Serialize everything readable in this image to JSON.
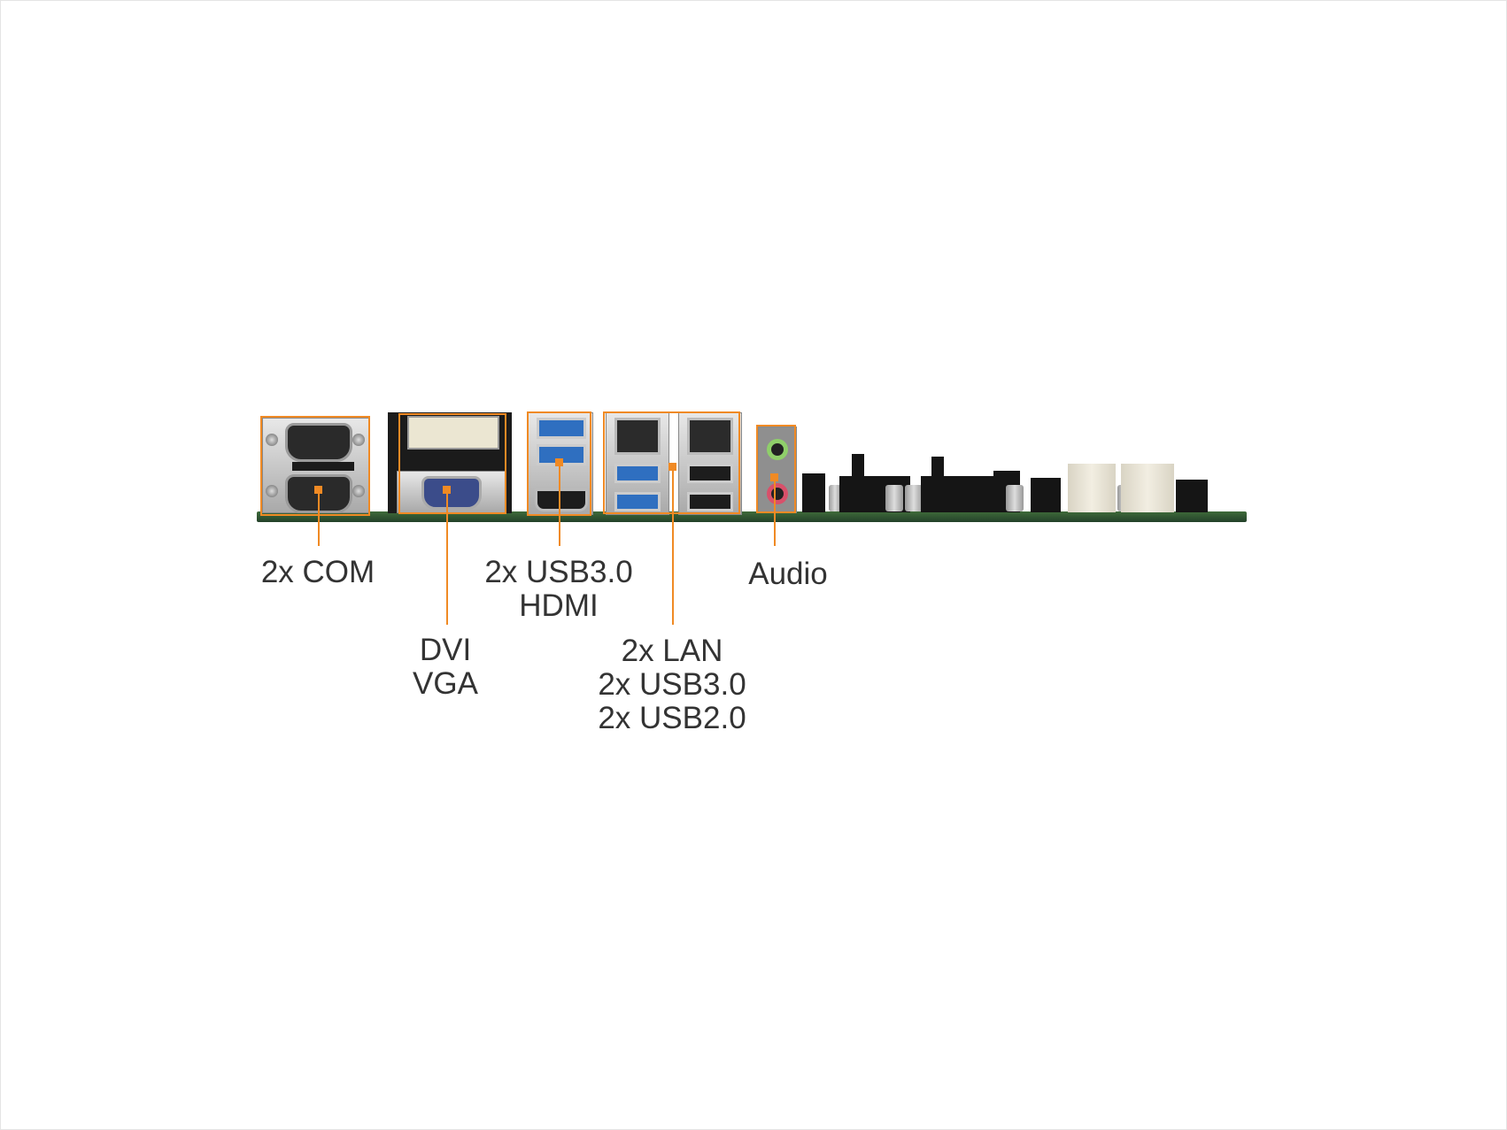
{
  "accent_color": "#f08a24",
  "callouts": [
    {
      "id": "com",
      "lines": [
        "2x COM"
      ]
    },
    {
      "id": "dvi_vga",
      "lines": [
        "DVI",
        "VGA"
      ]
    },
    {
      "id": "usb_hdmi",
      "lines": [
        "2x USB3.0",
        "HDMI"
      ]
    },
    {
      "id": "lan_usb",
      "lines": [
        "2x LAN",
        "2x USB3.0",
        "2x USB2.0"
      ]
    },
    {
      "id": "audio",
      "lines": [
        "Audio"
      ]
    }
  ]
}
